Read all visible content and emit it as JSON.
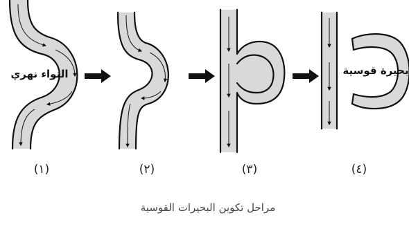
{
  "stage_1": {
    "label": "التواء نهري",
    "number": "(١)"
  },
  "stage_2": {
    "number": "(٢)"
  },
  "stage_3": {
    "number": "(٣)"
  },
  "stage_4": {
    "label": "بحيرة قوسية",
    "number": "(٤)"
  },
  "caption": "مراحل تكوين البحيرات القوسية"
}
